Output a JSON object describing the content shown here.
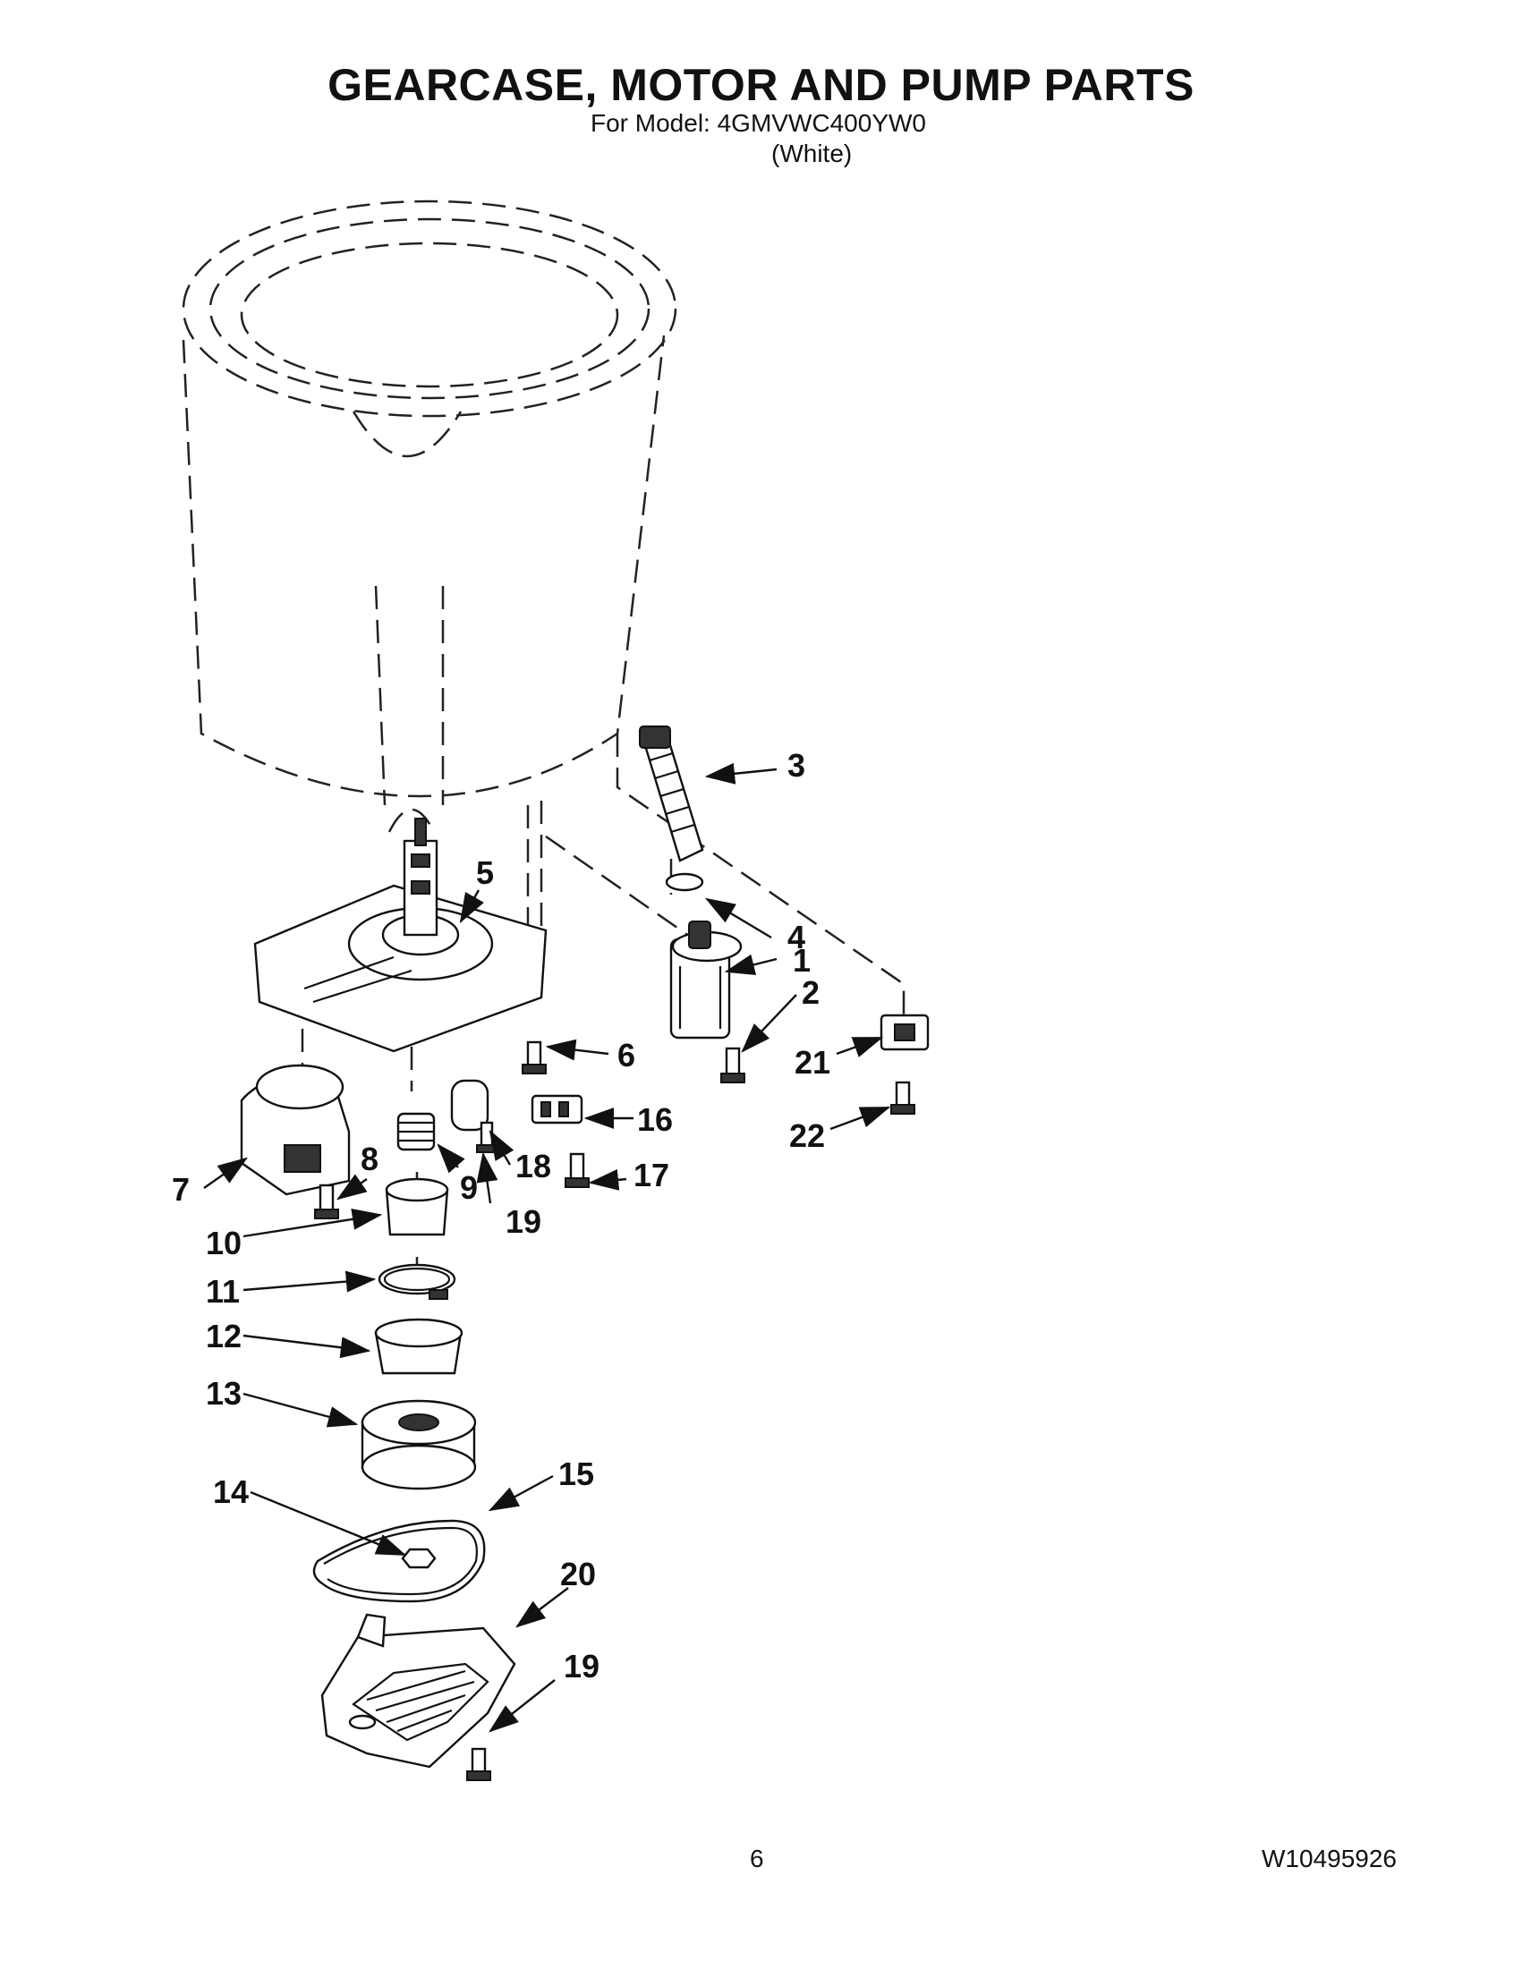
{
  "header": {
    "title": "GEARCASE, MOTOR AND PUMP PARTS",
    "model_line": "For Model: 4GMVWC400YW0",
    "variant": "(White)"
  },
  "footer": {
    "page_number": "6",
    "document_number": "W10495926"
  },
  "callouts": {
    "c1": "1",
    "c2": "2",
    "c3": "3",
    "c4": "4",
    "c5": "5",
    "c6": "6",
    "c7": "7",
    "c8": "8",
    "c9": "9",
    "c10": "10",
    "c11": "11",
    "c12": "12",
    "c13": "13",
    "c14": "14",
    "c15": "15",
    "c16": "16",
    "c17": "17",
    "c18": "18",
    "c19a": "19",
    "c19b": "19",
    "c20": "20",
    "c21": "21",
    "c22": "22"
  }
}
